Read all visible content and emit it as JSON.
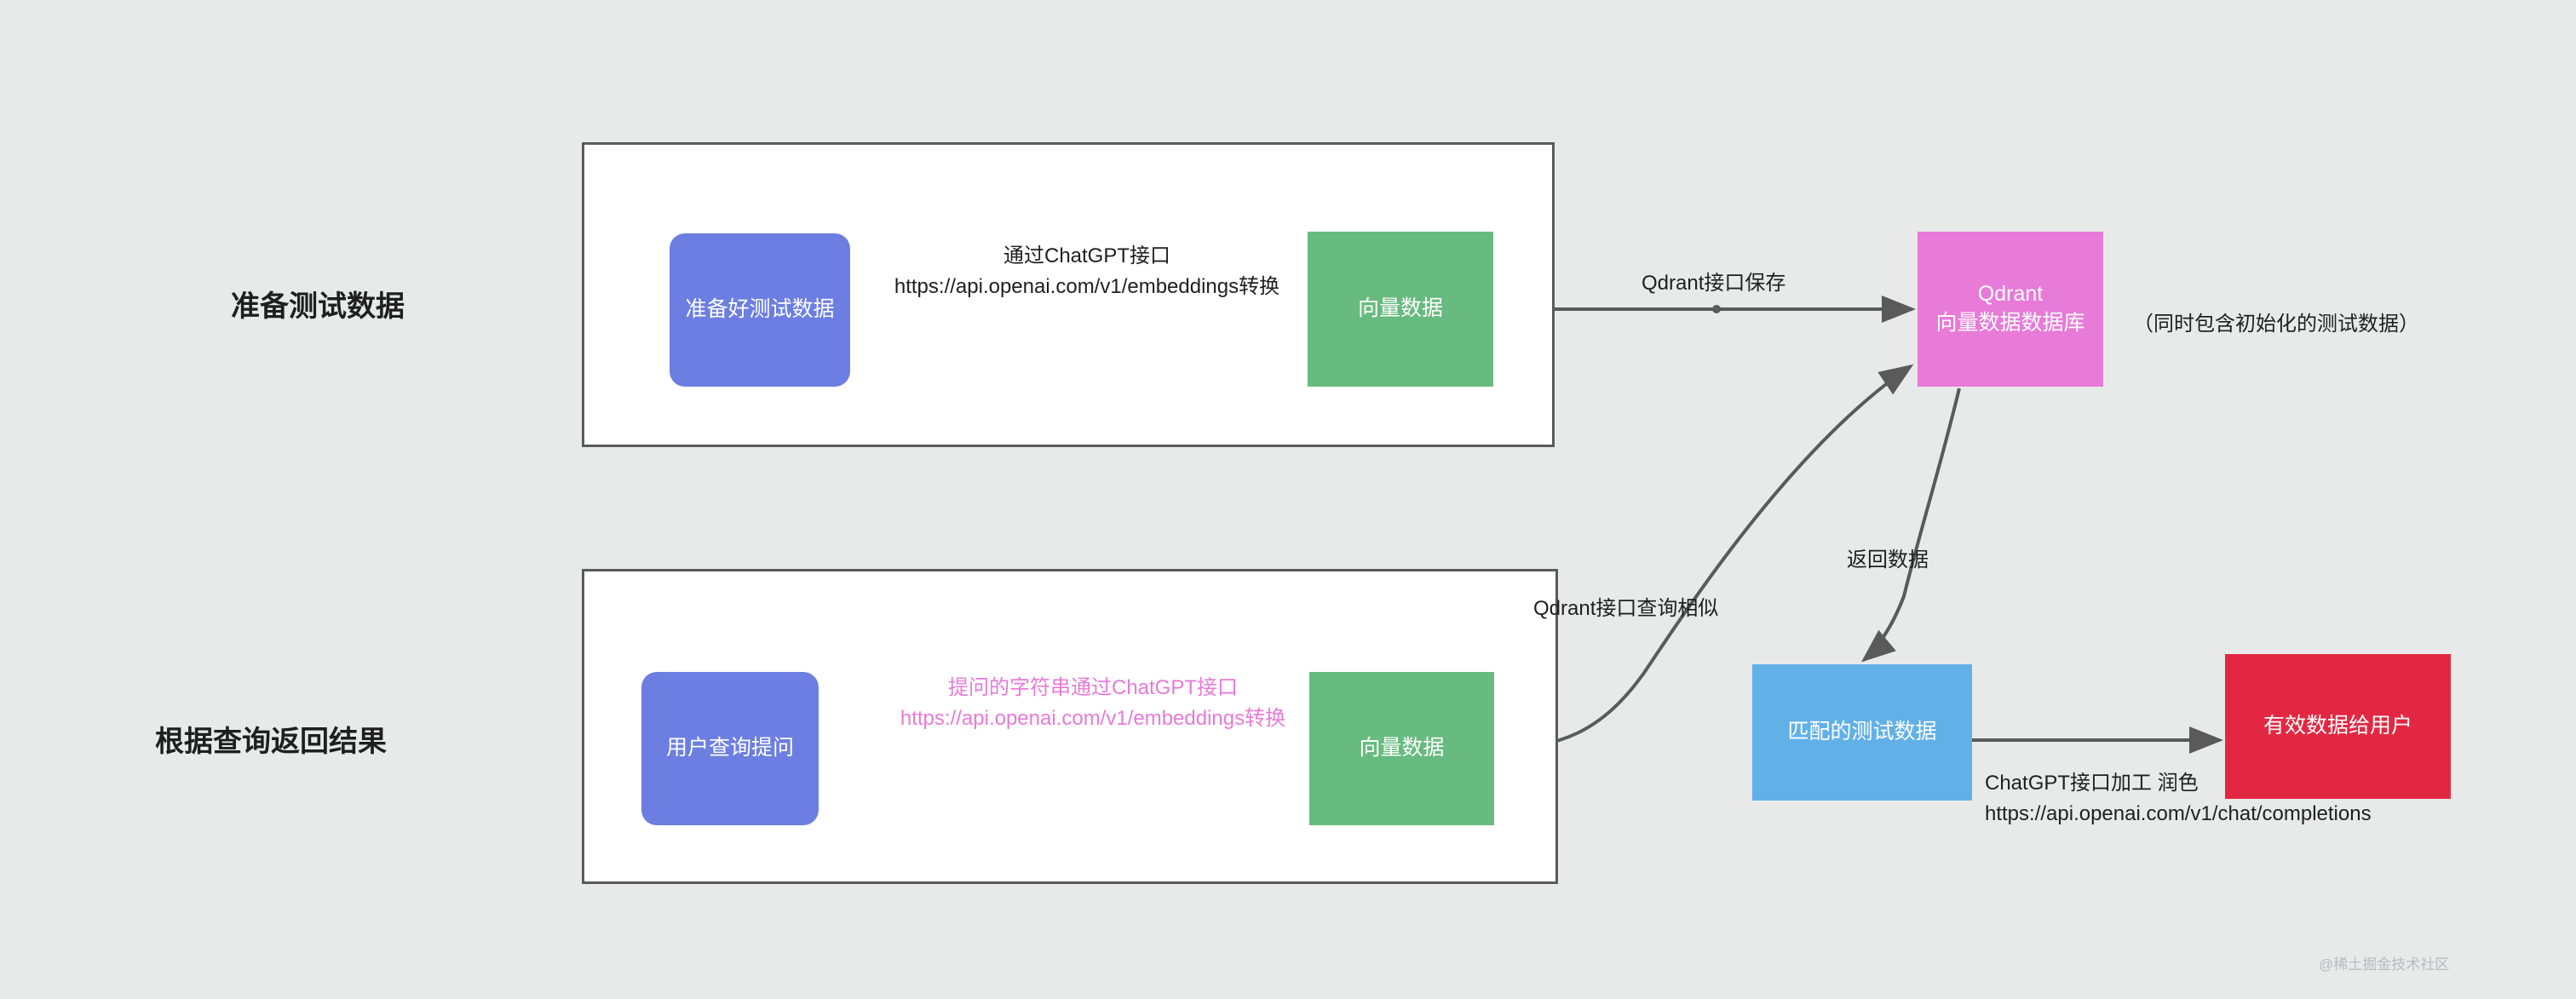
{
  "diagram": {
    "background_color": "#e8eaea",
    "row_labels": [
      {
        "id": "prepare",
        "text": "准备测试数据"
      },
      {
        "id": "query",
        "text": "根据查询返回结果"
      }
    ],
    "nodes": [
      {
        "id": "prepare-data",
        "label": "准备好测试数据",
        "color": "#6c7ee1",
        "shape": "rounded-rect"
      },
      {
        "id": "vector-data-1",
        "label": "向量数据",
        "color": "#67bb7f",
        "shape": "rect"
      },
      {
        "id": "qdrant-db",
        "label_line1": "Qdrant",
        "label_line2": "向量数据数据库",
        "color": "#e87ad8",
        "shape": "rect"
      },
      {
        "id": "user-query",
        "label": "用户查询提问",
        "color": "#6c7ee1",
        "shape": "rounded-rect"
      },
      {
        "id": "vector-data-2",
        "label": "向量数据",
        "color": "#67bb7f",
        "shape": "rect"
      },
      {
        "id": "matched-data",
        "label": "匹配的测试数据",
        "color": "#62b0e8",
        "shape": "rect"
      },
      {
        "id": "result-user",
        "label": "有效数据给用户",
        "color": "#e32742",
        "shape": "rect"
      }
    ],
    "edge_labels": {
      "embed_1_line1": "通过ChatGPT接口",
      "embed_1_line2": "https://api.openai.com/v1/embeddings转换",
      "qdrant_save": "Qdrant接口保存",
      "embed_2_line1": "提问的字符串通过ChatGPT接口",
      "embed_2_line2": "https://api.openai.com/v1/embeddings转换",
      "embed_2_color": "#e87ad8",
      "qdrant_query": "Qdrant接口查询相似",
      "return_data": "返回数据",
      "polish_line1": "ChatGPT接口加工 润色",
      "polish_line2": "https://api.openai.com/v1/chat/completions"
    },
    "notes": {
      "init_data": "（同时包含初始化的测试数据）"
    },
    "watermark": "@稀土掘金技术社区"
  }
}
